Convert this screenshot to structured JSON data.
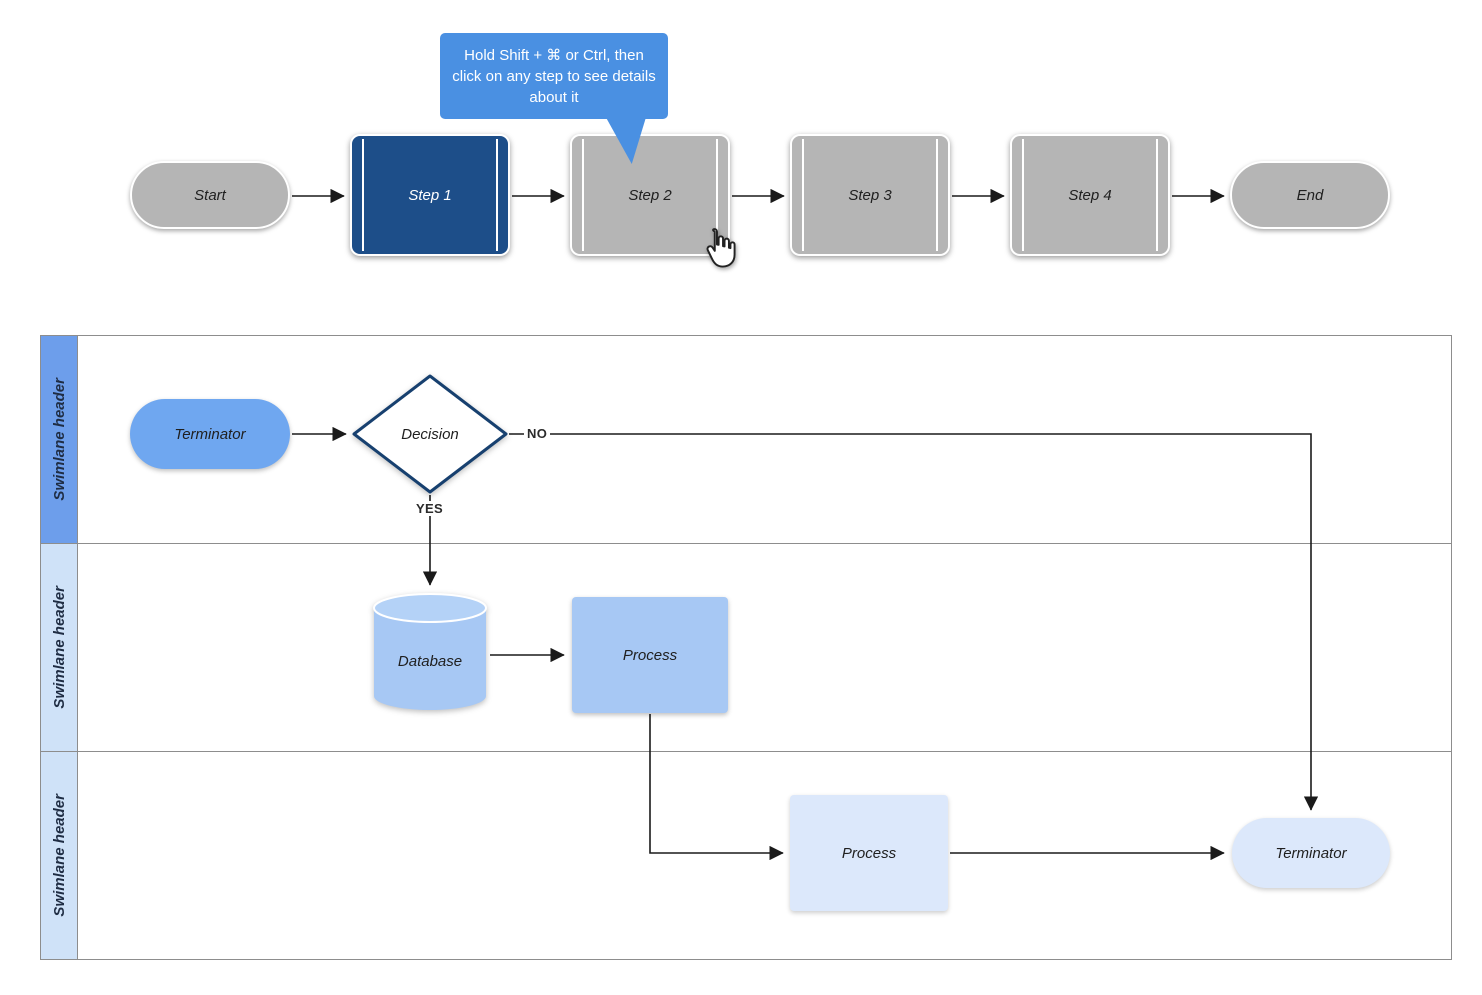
{
  "colors": {
    "step_active": "#1d4e89",
    "step_inactive": "#b5b5b5",
    "tooltip_bg": "#4a90e2",
    "lane1_header": "#6d9eeb",
    "lane_header_light": "#cfe2f8",
    "terminator_blue": "#6fa7f0",
    "process_blue": "#a7c8f4",
    "process_pale": "#dce8fb",
    "connector": "#1a1a1a"
  },
  "tooltip": {
    "text": "Hold Shift + ⌘ or Ctrl, then click on any step to see details about it"
  },
  "flow": {
    "start": "Start",
    "step1": "Step 1",
    "step2": "Step 2",
    "step3": "Step 3",
    "step4": "Step 4",
    "end": "End"
  },
  "lanes": [
    {
      "header": "Swimlane header"
    },
    {
      "header": "Swimlane header"
    },
    {
      "header": "Swimlane header"
    }
  ],
  "diagram": {
    "terminator1": "Terminator",
    "decision": "Decision",
    "label_no": "NO",
    "label_yes": "YES",
    "database": "Database",
    "process1": "Process",
    "process2": "Process",
    "terminator2": "Terminator"
  }
}
